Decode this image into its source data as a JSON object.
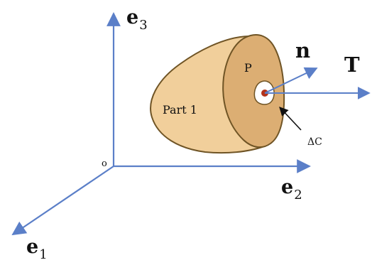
{
  "diagram": {
    "axes": {
      "e3": {
        "base": "e",
        "sub": "3"
      },
      "e2": {
        "base": "e",
        "sub": "2"
      },
      "e1": {
        "base": "e",
        "sub": "1"
      },
      "origin": "o"
    },
    "labels": {
      "normal": "n",
      "traction": "T",
      "point": "P",
      "part": "Part 1",
      "area": "ΔC"
    },
    "colors": {
      "axis": "#5b7fc8",
      "body_fill": "#f1cf9b",
      "body_stroke": "#6f5425",
      "cut_face": "#dcae73",
      "hole": "#ffffff",
      "point": "#b3341c",
      "text": "#111111"
    }
  }
}
